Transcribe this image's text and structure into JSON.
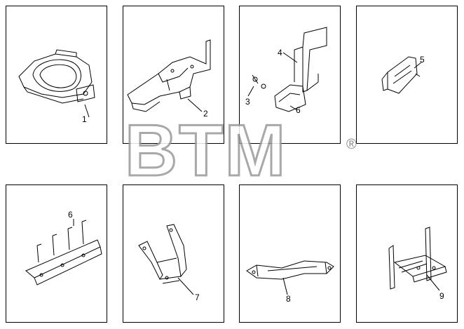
{
  "watermark": {
    "text": "BTM",
    "registered_mark": "®"
  },
  "panels": [
    {
      "id": "1",
      "callouts": [
        "1"
      ]
    },
    {
      "id": "2",
      "callouts": [
        "2"
      ]
    },
    {
      "id": "3",
      "callouts": [
        "3",
        "4",
        "6"
      ]
    },
    {
      "id": "4",
      "callouts": [
        "5"
      ]
    },
    {
      "id": "5",
      "callouts": [
        "6"
      ]
    },
    {
      "id": "6",
      "callouts": [
        "7"
      ]
    },
    {
      "id": "7",
      "callouts": [
        "8"
      ]
    },
    {
      "id": "8",
      "callouts": [
        "9"
      ]
    }
  ]
}
